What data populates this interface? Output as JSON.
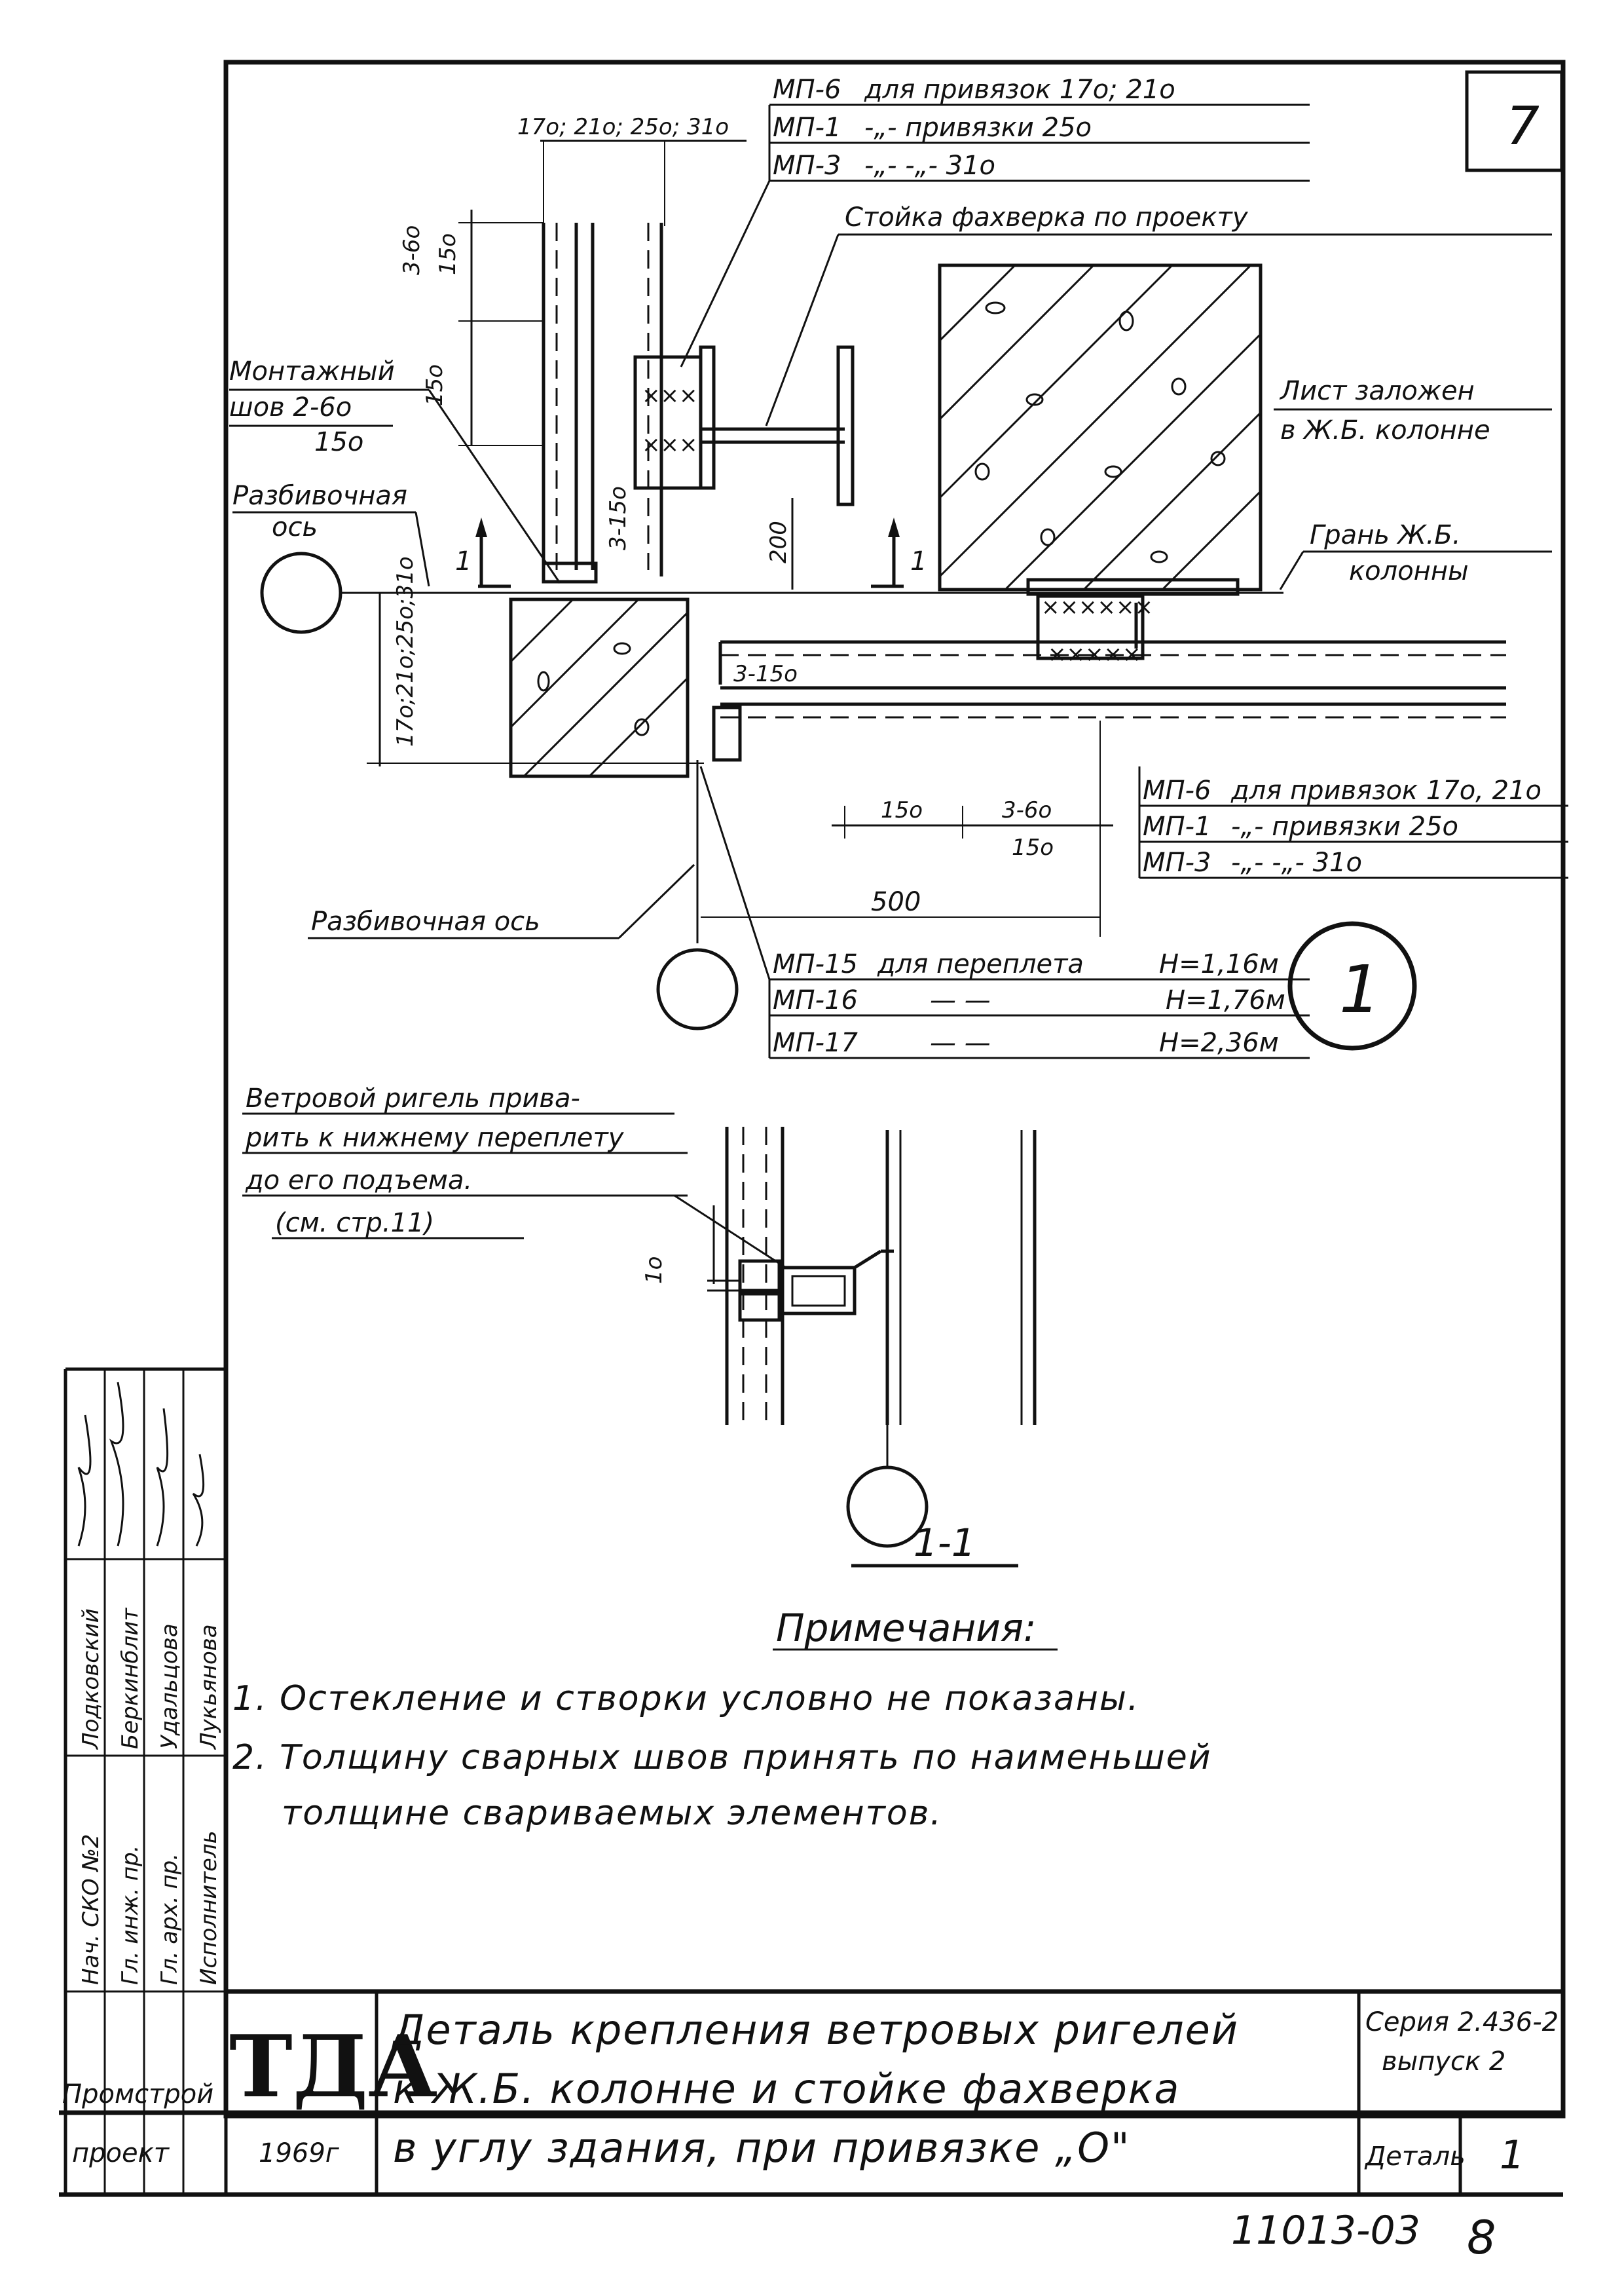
{
  "sheet": {
    "number": "7",
    "page_number": "8",
    "doc_code": "11013-03"
  },
  "callouts": {
    "top_bind_sizes": "17o; 21o; 25o; 31o",
    "top_mp": [
      {
        "mark": "МП-6",
        "text": "для привязок 17o; 21o"
      },
      {
        "mark": "МП-1",
        "text": "-„- привязки 25o"
      },
      {
        "mark": "МП-3",
        "text": "-„- -„- 31o"
      }
    ],
    "facade_post": "Стойка фахверка по проекту",
    "mount_seam_1": "Монтажный",
    "mount_seam_2": "шов 2-6o",
    "mount_seam_3": "15o",
    "layout_axis": "Разбивочная",
    "layout_axis_2": "ось",
    "plate_1": "Лист заложен",
    "plate_2": "в Ж.Б. колонне",
    "face_1": "Грань Ж.Б.",
    "face_2": "колонны",
    "layout_axis_bottom": "Разбивочная ось",
    "right_mp": [
      {
        "mark": "МП-6",
        "text": "для привязок 17o, 21o"
      },
      {
        "mark": "МП-1",
        "text": "-„- привязки 25o"
      },
      {
        "mark": "МП-3",
        "text": "-„- -„- 31o"
      }
    ],
    "sash_mp": [
      {
        "mark": "МП-15",
        "text": "для переплета",
        "h": "Н=1,16м"
      },
      {
        "mark": "МП-16",
        "text": "— —",
        "h": "Н=1,76м"
      },
      {
        "mark": "МП-17",
        "text": "— —",
        "h": "Н=2,36м"
      }
    ],
    "wind_note_1": "Ветровой ригель прива-",
    "wind_note_2": "рить к нижнему переплету",
    "wind_note_3": "до его подъема.",
    "wind_note_4": "(см. стр.11)"
  },
  "dims": {
    "seam_3_60": "3-6o",
    "seam_150": "15o",
    "d150": "15o",
    "d3_150": "3-15o",
    "d200": "200",
    "d3_150b": "3-15o",
    "d150b": "15o",
    "d3_60b": "3-6o",
    "d150c": "15o",
    "d500": "500",
    "left_bind": "17o;21o;25o;31o",
    "d10": "1o",
    "section_mark_1": "1",
    "detail_no": "1",
    "section_title": "1-1"
  },
  "notes": {
    "heading": "Примечания:",
    "items": [
      "1. Остекление и створки условно не показаны.",
      "2. Толщину сварных швов принять по наименьшей",
      "толщине свариваемых элементов."
    ]
  },
  "side_block": {
    "roles": [
      "Нач. СКО №2",
      "Гл. инж. пр.",
      "Гл. арх. пр.",
      "Исполнитель"
    ],
    "names": [
      "Лодковский",
      "Беркинблит",
      "Удальцова",
      "Лукьянова"
    ]
  },
  "title_block": {
    "org_1": "Промстрой",
    "org_2": "проект",
    "logo": "ТДА",
    "year": "1969г",
    "title_lines": [
      "Деталь крепления ветровых ригелей",
      "к Ж.Б. колонне и стойке фахверка",
      "в углу здания, при привязке „О\""
    ],
    "series_1": "Серия 2.436-2",
    "series_2": "выпуск 2",
    "detail_label": "Деталь",
    "detail_value": "1"
  }
}
